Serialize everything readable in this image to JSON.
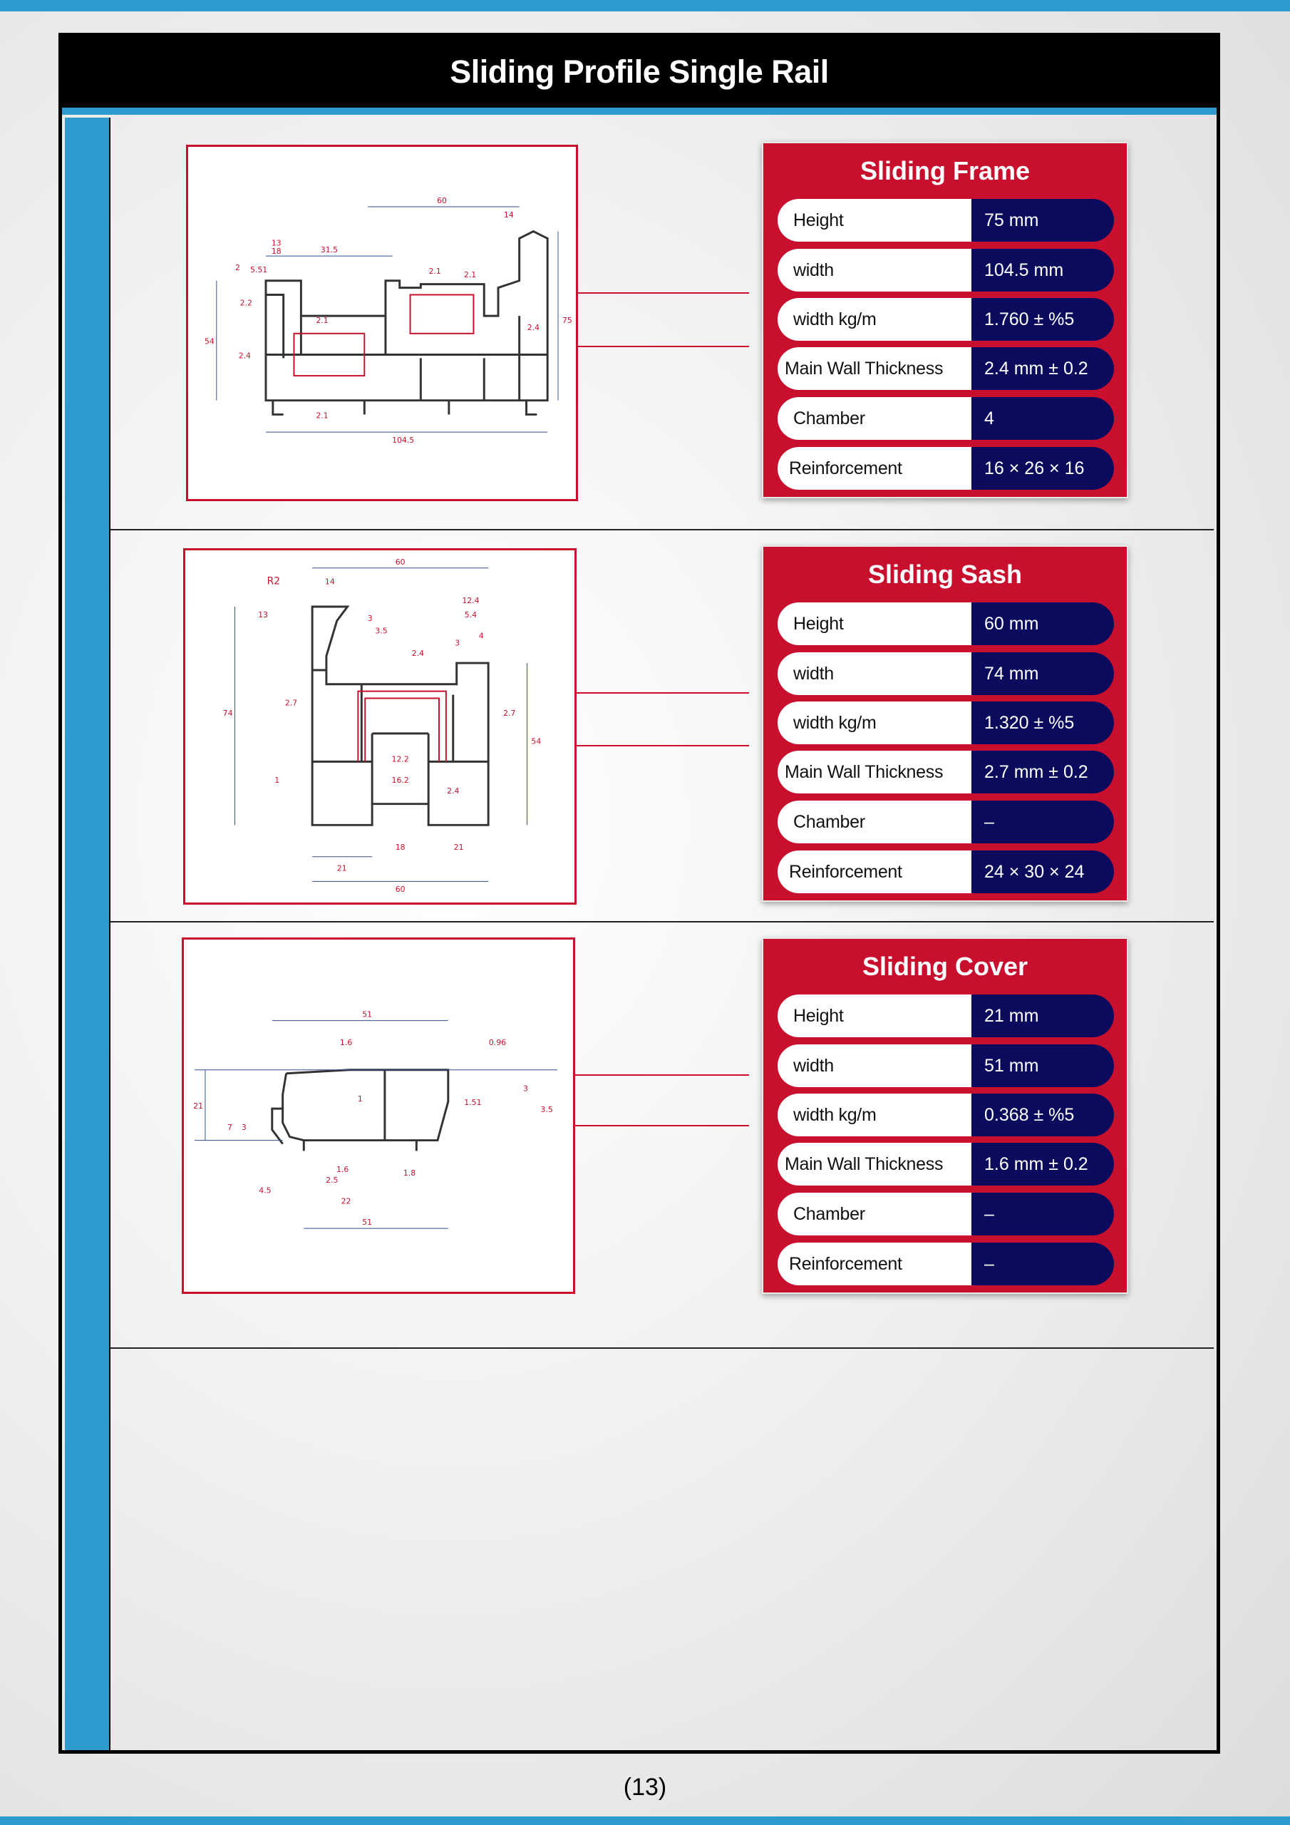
{
  "page": {
    "title": "Sliding Profile Single Rail",
    "page_number": "(13)",
    "colors": {
      "accent_blue": "#2e9bcf",
      "brand_red": "#c8102e",
      "navy": "#0b0b5e",
      "black": "#000000"
    }
  },
  "profiles": [
    {
      "name": "Sliding Frame",
      "specs": [
        {
          "label": "Height",
          "value": "75 mm"
        },
        {
          "label": "width",
          "value": "104.5 mm"
        },
        {
          "label": "width kg/m",
          "value": "1.760 ± %5"
        },
        {
          "label": "Main Wall Thickness",
          "value": "2.4 mm ± 0.2"
        },
        {
          "label": "Chamber",
          "value": "4"
        },
        {
          "label": "Reinforcement",
          "value": "16 × 26 × 16"
        }
      ],
      "dims": [
        "60",
        "14",
        "13",
        "18",
        "31.5",
        "5.51",
        "2",
        "2.2",
        "2.1",
        "2.1",
        "2.1",
        "2.4",
        "2.4",
        "54",
        "75",
        "2.1",
        "104.5"
      ]
    },
    {
      "name": "Sliding Sash",
      "specs": [
        {
          "label": "Height",
          "value": "60 mm"
        },
        {
          "label": "width",
          "value": "74 mm"
        },
        {
          "label": "width kg/m",
          "value": "1.320 ± %5"
        },
        {
          "label": "Main Wall Thickness",
          "value": "2.7 mm ± 0.2"
        },
        {
          "label": "Chamber",
          "value": "–"
        },
        {
          "label": "Reinforcement",
          "value": "24 × 30 × 24"
        }
      ],
      "dims": [
        "60",
        "14",
        "R2",
        "13",
        "3",
        "3.5",
        "12.4",
        "5.4",
        "3",
        "4",
        "2.4",
        "2.7",
        "2.7",
        "74",
        "54",
        "12.2",
        "16.2",
        "1",
        "2.4",
        "18",
        "21",
        "21",
        "60"
      ]
    },
    {
      "name": "Sliding Cover",
      "specs": [
        {
          "label": "Height",
          "value": "21 mm"
        },
        {
          "label": "width",
          "value": "51 mm"
        },
        {
          "label": "width kg/m",
          "value": "0.368 ± %5"
        },
        {
          "label": "Main Wall Thickness",
          "value": "1.6 mm ± 0.2"
        },
        {
          "label": "Chamber",
          "value": "–"
        },
        {
          "label": "Reinforcement",
          "value": "–"
        }
      ],
      "dims": [
        "51",
        "1.6",
        "0.96",
        "1",
        "1.51",
        "3",
        "3.5",
        "21",
        "7",
        "3",
        "1.6",
        "2.5",
        "1.8",
        "4.5",
        "22",
        "51"
      ]
    }
  ]
}
